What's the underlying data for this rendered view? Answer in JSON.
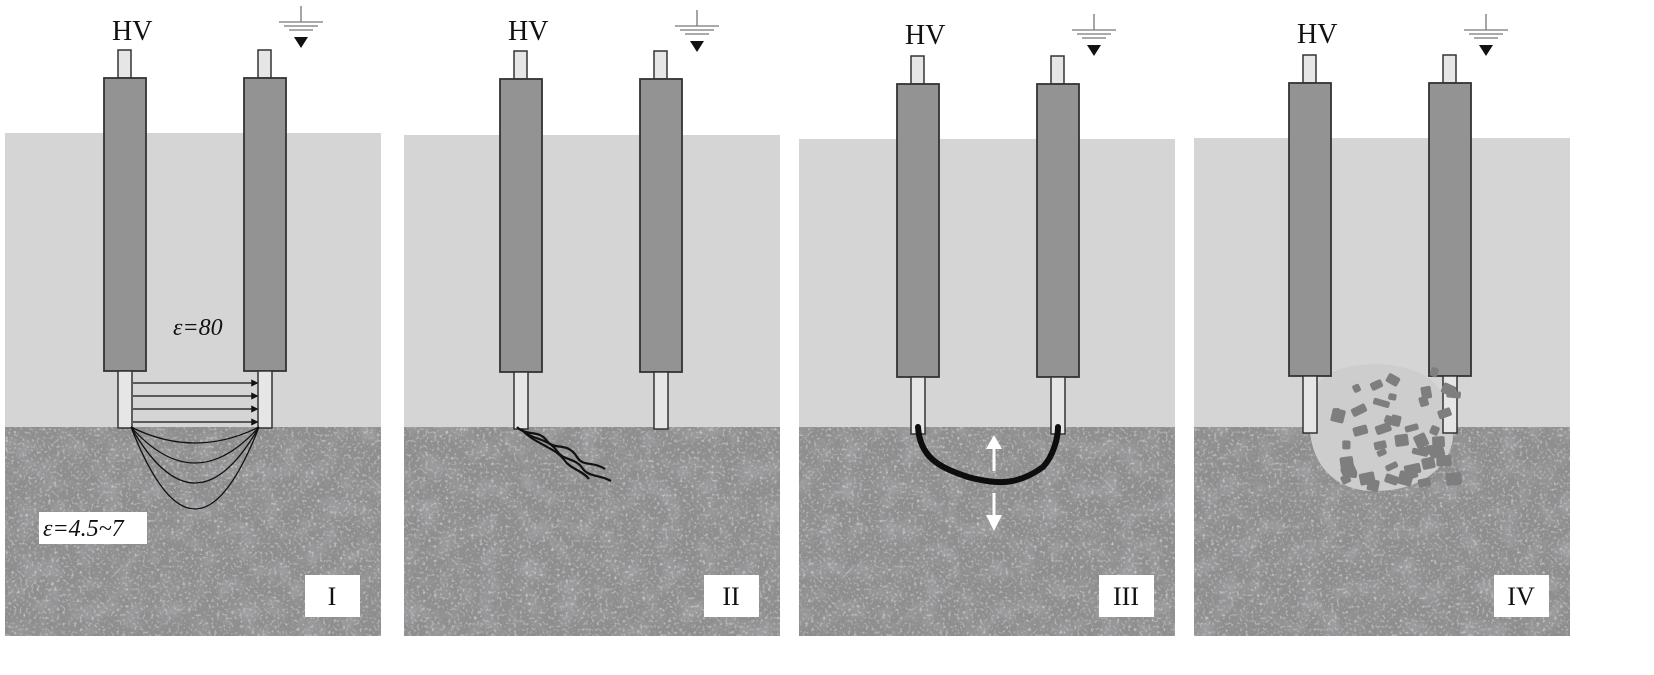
{
  "colors": {
    "background": "#ffffff",
    "water": "#d5d5d5",
    "rock_base": "#8e8e8e",
    "electrode_body": "#939393",
    "electrode_outline": "#333333",
    "tip": "#e6e6e6",
    "line": "#111111",
    "fragment": "#7e7e7e",
    "crush_zone": "#cdcdcd"
  },
  "labels": {
    "hv": "HV",
    "epsilon_water": "ε=80",
    "epsilon_rock": "ε=4.5~7"
  },
  "panels": [
    {
      "stage": "I",
      "description": "Electric field lines between electrodes (water and rock)"
    },
    {
      "stage": "II",
      "description": "Discharge channel initiates into rock"
    },
    {
      "stage": "III",
      "description": "Plasma channel formed through rock, expansion arrows"
    },
    {
      "stage": "IV",
      "description": "Rock fragmented around discharge zone"
    }
  ],
  "icons": {
    "ground": "ground-symbol-icon",
    "arrow": "arrow-icon"
  }
}
